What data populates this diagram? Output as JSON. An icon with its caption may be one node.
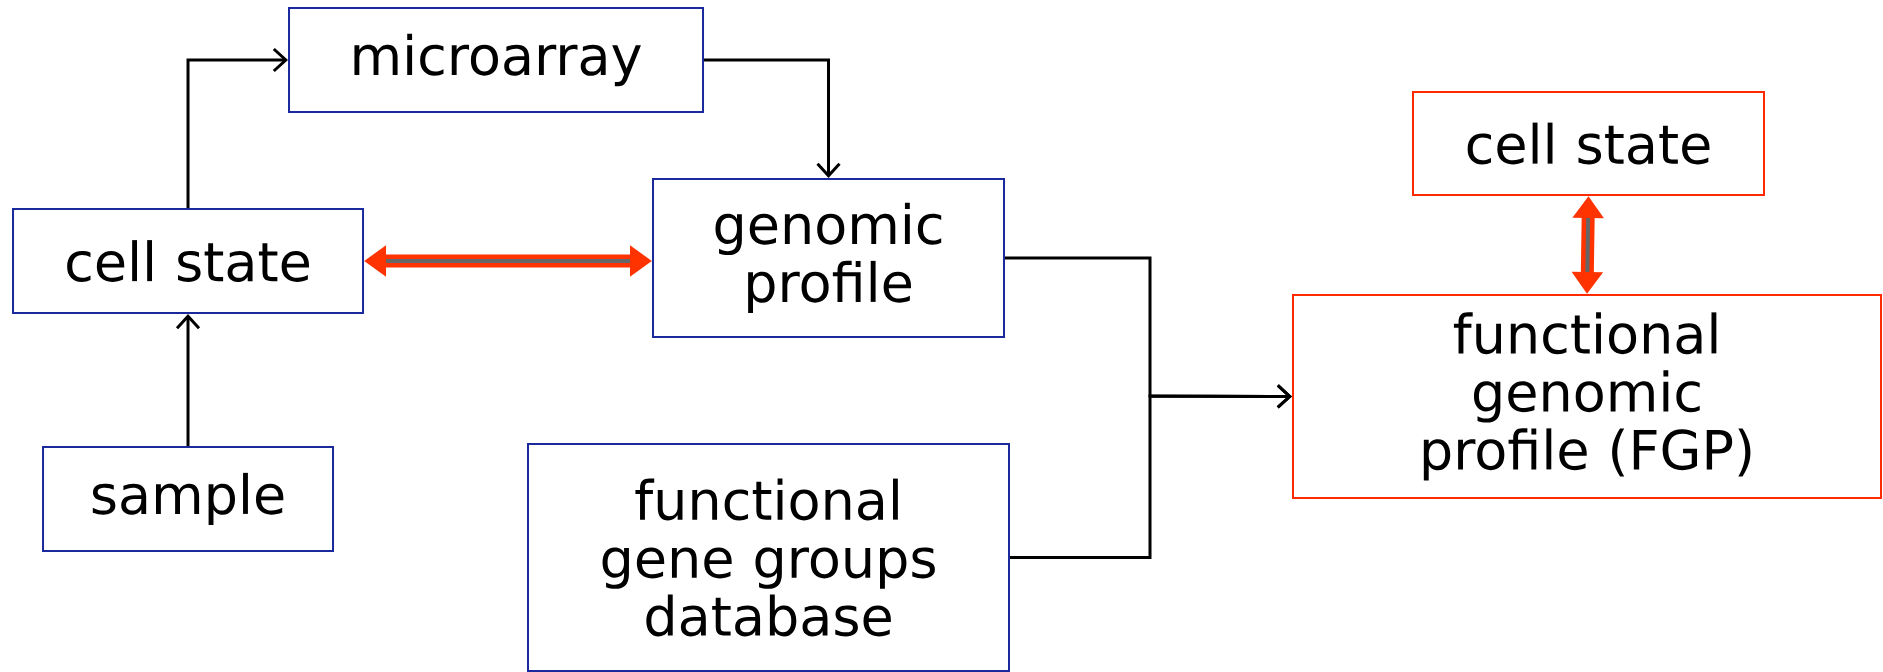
{
  "diagram": {
    "nodes": [
      {
        "text": [
          "microarray"
        ]
      },
      {
        "text": [
          "cell state"
        ]
      },
      {
        "text": [
          "genomic profile"
        ]
      },
      {
        "text": [
          "sample"
        ]
      },
      {
        "text": [
          "functional gene groups database"
        ]
      },
      {
        "text": [
          "cell state"
        ]
      },
      {
        "text": [
          "functional genomic profile (FGP)"
        ]
      }
    ],
    "edges": [
      {
        "from": 1,
        "to": 0,
        "arrow": "to"
      },
      {
        "from": 0,
        "to": 2,
        "arrow": "to"
      },
      {
        "from": 3,
        "to": 1,
        "arrow": "to"
      },
      {
        "from": 1,
        "to": 2,
        "arrow": "both",
        "style": "thick",
        "color": "#ff3300"
      },
      {
        "from": 2,
        "to": 6,
        "arrow": "to"
      },
      {
        "from": 4,
        "to": 6,
        "arrow": "to"
      },
      {
        "from": 5,
        "to": 6,
        "arrow": "both",
        "style": "thick",
        "color": "#ff3300"
      }
    ]
  }
}
